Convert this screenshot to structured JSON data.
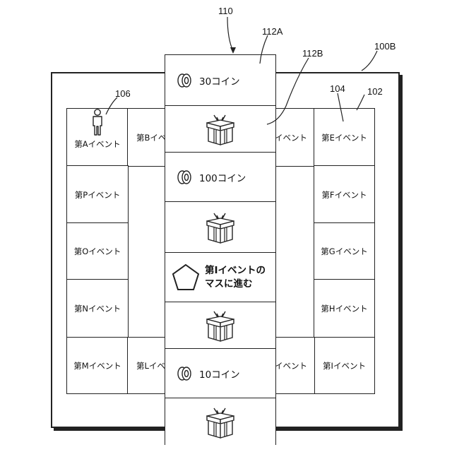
{
  "labels": {
    "ref_110": "110",
    "ref_112A": "112A",
    "ref_112B": "112B",
    "ref_100B": "100B",
    "ref_106": "106",
    "ref_104": "104",
    "ref_102": "102"
  },
  "cells": {
    "A": "第Aイベント",
    "B": "第Bイベント",
    "D": "第Dイベント",
    "E": "第Eイベント",
    "P": "第Pイベント",
    "F": "第Fイベント",
    "O": "第Oイベント",
    "G": "第Gイベント",
    "N": "第Nイベント",
    "H": "第Hイベント",
    "M": "第Mイベント",
    "L": "第Lイベント",
    "J": "第Jイベント",
    "I": "第Iイベント"
  },
  "strip": {
    "coin1": "30コイン",
    "coin2": "100コイン",
    "move_line1": "第Iイベントの",
    "move_line2": "マスに進む",
    "coin3": "10コイン"
  },
  "icons": [
    "coin-icon",
    "gift-box-icon",
    "pentagon-icon",
    "person-icon"
  ]
}
